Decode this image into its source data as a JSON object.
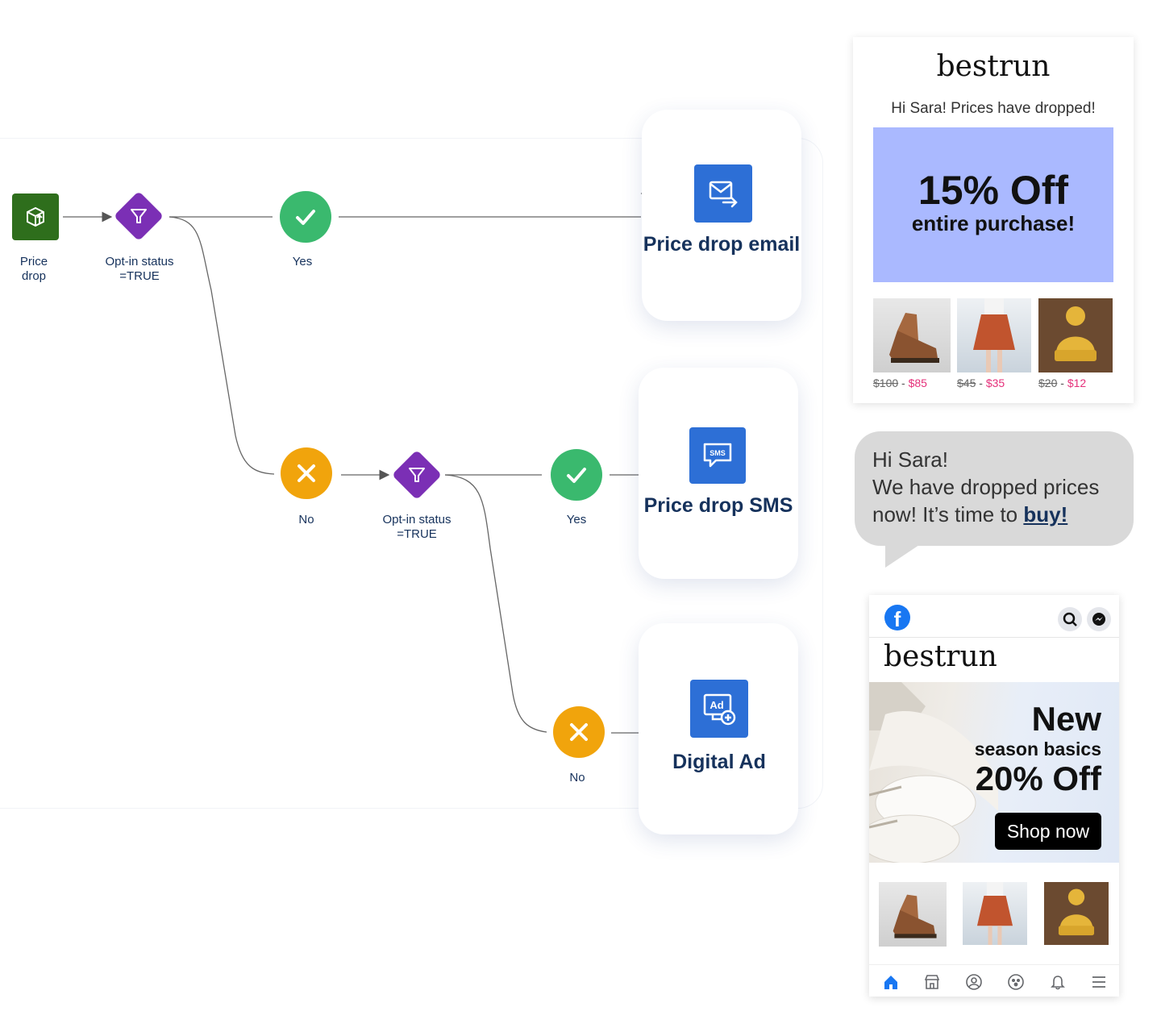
{
  "flow": {
    "start_label": "Price\ndrop",
    "filter1_label": "Opt-in status\n=TRUE",
    "yes1_label": "Yes",
    "no1_label": "No",
    "filter2_label": "Opt-in status\n=TRUE",
    "yes2_label": "Yes",
    "no2_label": "No"
  },
  "cards": {
    "email_title": "Price drop email",
    "sms_title": "Price drop SMS",
    "ad_title": "Digital Ad",
    "sms_icon_text": "SMS",
    "ad_icon_text": "Ad"
  },
  "email": {
    "brand": "bestrun",
    "greeting": "Hi Sara! Prices have dropped!",
    "promo_big": "15% Off",
    "promo_sub": "entire purchase!",
    "products": [
      {
        "old": "$100",
        "sep": " - ",
        "new": "$85"
      },
      {
        "old": "$45",
        "sep": " - ",
        "new": "$35"
      },
      {
        "old": "$20",
        "sep": " - ",
        "new": "$12"
      }
    ]
  },
  "sms": {
    "line1": "Hi Sara!",
    "line2": "We have dropped prices now! It’s time to ",
    "link": "buy!"
  },
  "ad": {
    "brand": "bestrun",
    "headline": "New",
    "subhead": "season basics",
    "discount": "20% Off",
    "cta": "Shop now"
  },
  "colors": {
    "accent_blue": "#2d6fd6",
    "filter_purple": "#7b2fb5",
    "yes_green": "#3ab96e",
    "no_orange": "#f1a40c",
    "start_green": "#2e6e1c",
    "promo_bg": "#aab9ff",
    "price_new": "#e5307a",
    "facebook_blue": "#1877f2"
  }
}
